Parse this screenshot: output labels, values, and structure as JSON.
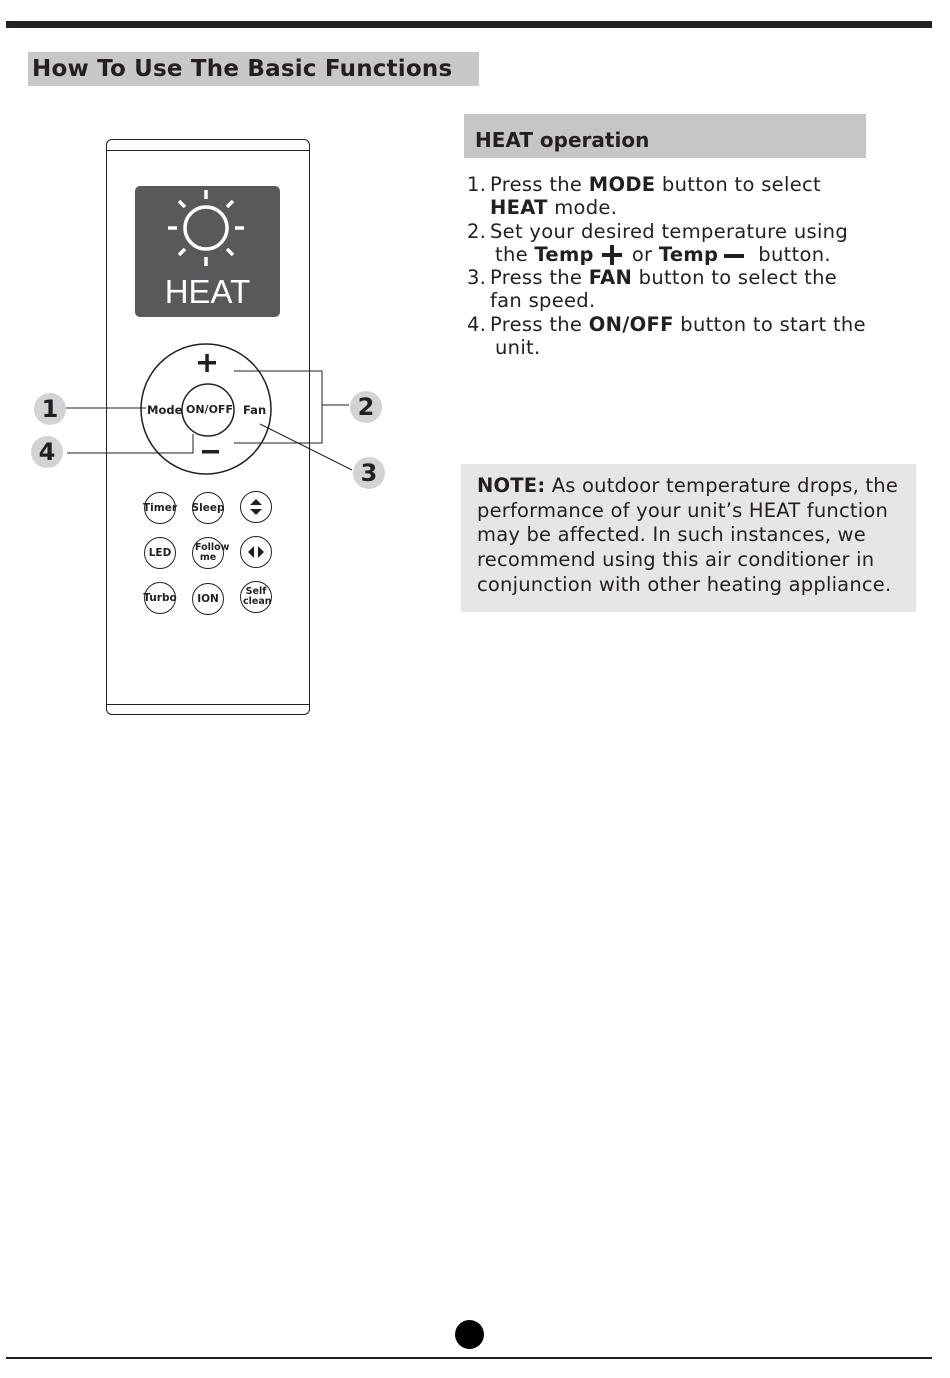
{
  "section_title": "How To Use The Basic Functions",
  "operation_title": "HEAT operation",
  "steps": [
    {
      "num": "1.",
      "parts": [
        "Press the ",
        "MODE",
        " button to select",
        "HEAT",
        " mode."
      ]
    },
    {
      "num": "2.",
      "parts": [
        "Set your desired temperature using",
        "the ",
        "Temp",
        "or ",
        "Temp",
        "button."
      ]
    },
    {
      "num": "3.",
      "parts": [
        "Press the ",
        "FAN",
        " button to select the",
        "fan speed."
      ]
    },
    {
      "num": "4.",
      "parts": [
        "Press the ",
        "ON/OFF",
        " button to start the",
        "unit."
      ]
    }
  ],
  "note": {
    "label": "NOTE:",
    "text": " As outdoor temperature drops, the performance of your unit’s HEAT function may be affected. In such instances, we recommend using this air conditioner in conjunction with other heating appliance."
  },
  "remote": {
    "display_mode": "HEAT",
    "display_icon": "sun-icon",
    "wheel": {
      "plus": "+",
      "minus": "–",
      "left": "Mode",
      "center": "ON/OFF",
      "right": "Fan"
    },
    "buttons": [
      {
        "label": "Timer"
      },
      {
        "label": "Sleep"
      },
      {
        "label": "",
        "icon": "up-down-arrows-icon"
      },
      {
        "label": "LED"
      },
      {
        "label": "Follow me"
      },
      {
        "label": "",
        "icon": "left-right-arrows-icon"
      },
      {
        "label": "Turbo"
      },
      {
        "label": "ION"
      },
      {
        "label": "Self clean"
      }
    ]
  },
  "callouts": [
    "1",
    "2",
    "3",
    "4"
  ],
  "colors": {
    "title_bar": "#c8c8c8",
    "note_bg": "#e6e6e6",
    "screen": "#58595b",
    "callout": "#d1d3d4"
  }
}
